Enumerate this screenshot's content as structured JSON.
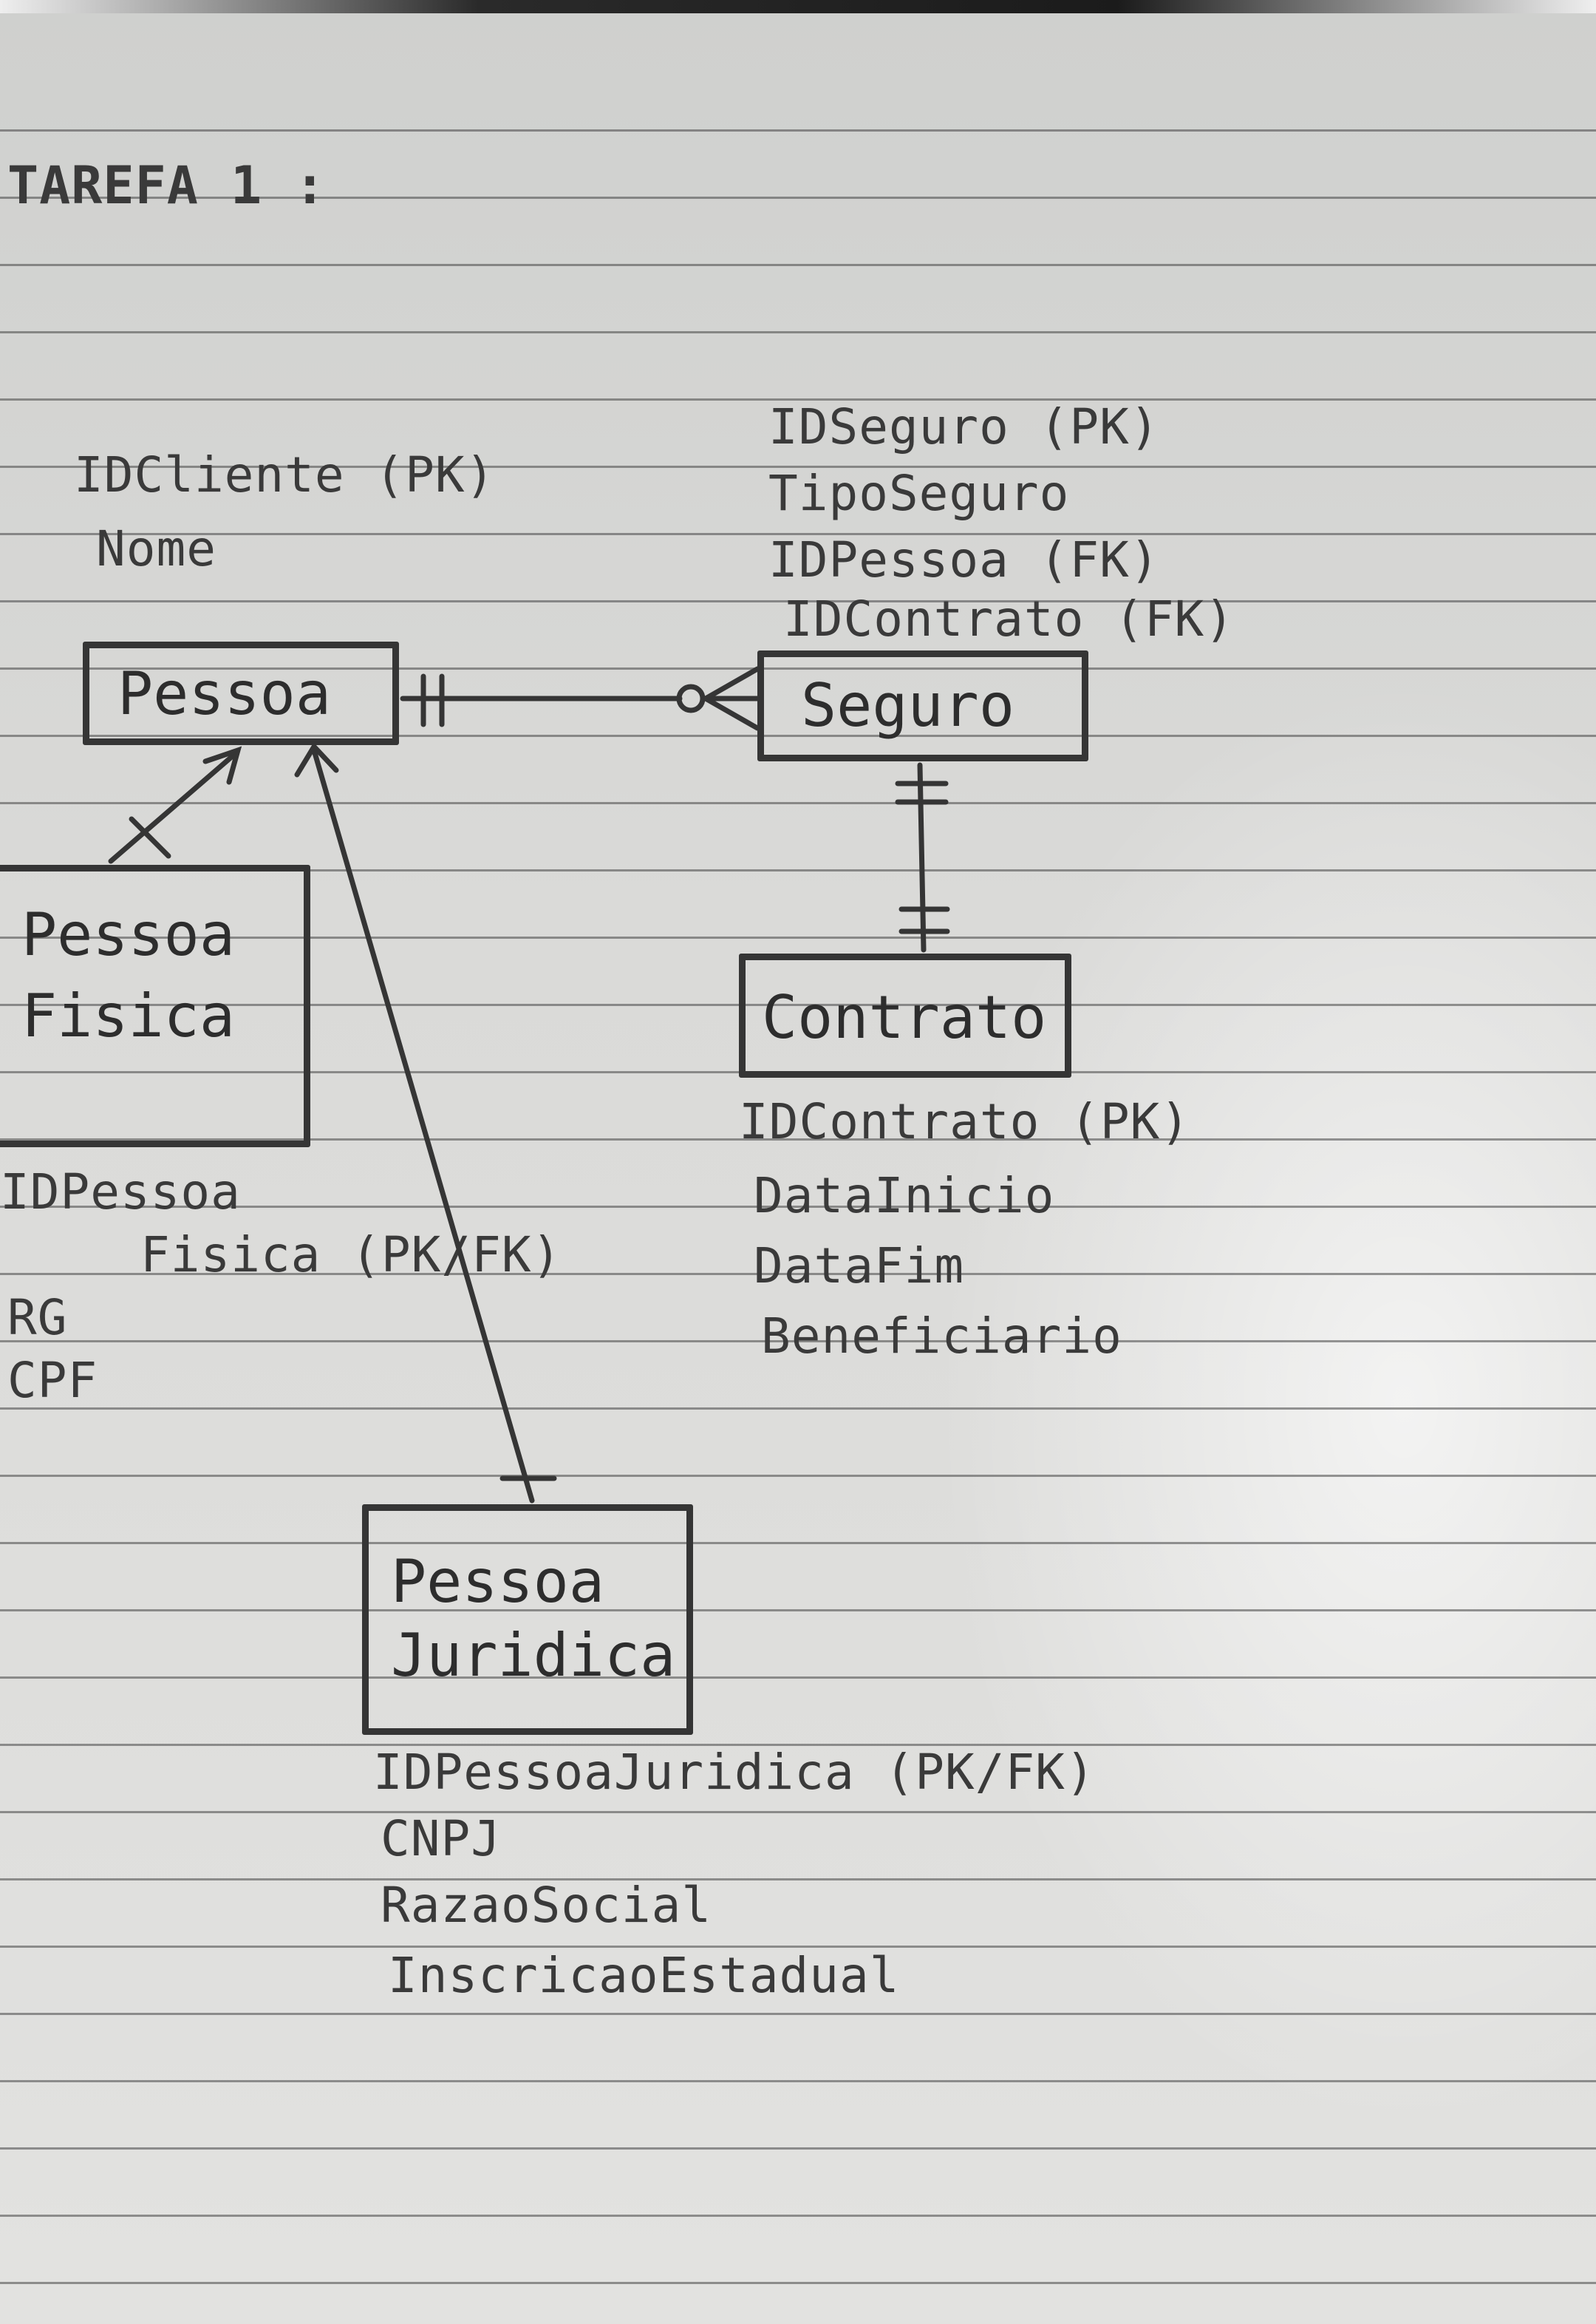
{
  "title": "TAREFA 1 :",
  "entities": {
    "pessoa": {
      "name": "Pessoa",
      "attributes": [
        "IDCliente (PK)",
        "Nome"
      ]
    },
    "seguro": {
      "name": "Seguro",
      "attributes": [
        "IDSeguro (PK)",
        "TipoSeguro",
        "IDPessoa (FK)",
        "IDContrato (FK)"
      ]
    },
    "contrato": {
      "name": "Contrato",
      "attributes": [
        "IDContrato (PK)",
        "DataInicio",
        "DataFim",
        "Beneficiario"
      ]
    },
    "pessoa_fisica": {
      "name_line1": "Pessoa",
      "name_line2": "Fisica",
      "attributes": [
        "IDPessoa",
        "Fisica (PK/FK)",
        "RG",
        "CPF"
      ]
    },
    "pessoa_juridica": {
      "name_line1": "Pessoa",
      "name_line2": "Juridica",
      "attributes": [
        "IDPessoaJuridica (PK/FK)",
        "CNPJ",
        "RazaoSocial",
        "InscricaoEstadual"
      ]
    }
  },
  "colors": {
    "ink": "#353535",
    "paper": "#dcdcda",
    "rule": "#555555"
  }
}
